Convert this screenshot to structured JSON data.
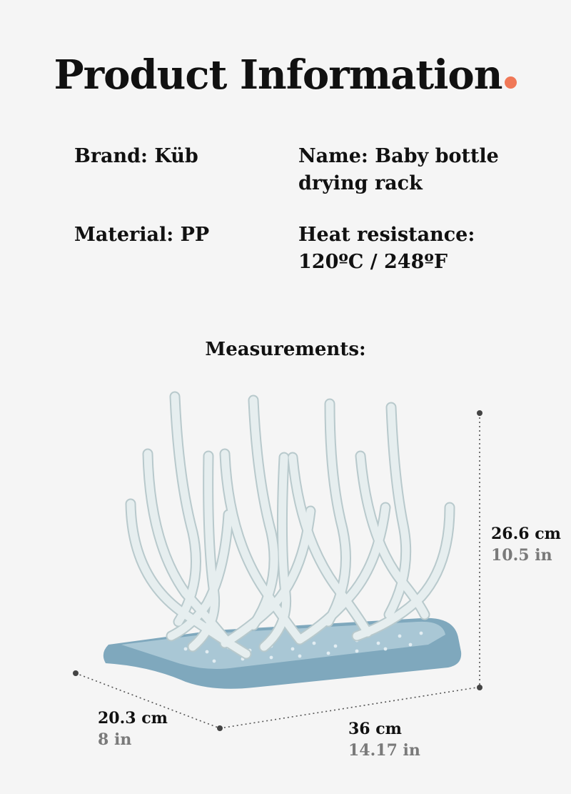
{
  "title": "Product Information",
  "info": {
    "brand": "Brand: Küb",
    "name_line1": "Name: Baby bottle",
    "name_line2": "drying rack",
    "material": "Material: PP",
    "heat_line1": "Heat resistance:",
    "heat_line2": "120ºC  / 248ºF"
  },
  "measurements": {
    "heading": "Measurements:",
    "height_cm": "26.6 cm",
    "height_in": "10.5 in",
    "depth_cm": "20.3 cm",
    "depth_in": "8 in",
    "width_cm": "36 cm",
    "width_in": "14.17 in"
  },
  "colors": {
    "accent_dot": "#f07857",
    "tray": "#7fa8bd",
    "prongs": "#e6eeef",
    "dimension_line": "#555555"
  }
}
